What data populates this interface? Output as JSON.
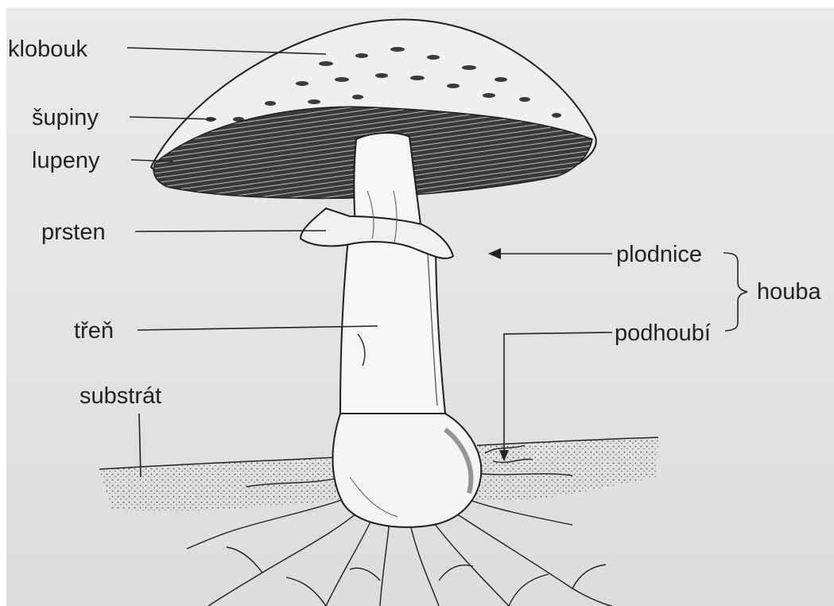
{
  "labels": {
    "klobouk": "klobouk",
    "supiny": "šupiny",
    "lupeny": "lupeny",
    "prsten": "prsten",
    "tren": "třeň",
    "substrat": "substrát",
    "plodnice": "plodnice",
    "podhoubi": "podhoubí",
    "houba": "houba"
  },
  "colors": {
    "ink": "#222222",
    "paper": "#e6e6e8"
  }
}
